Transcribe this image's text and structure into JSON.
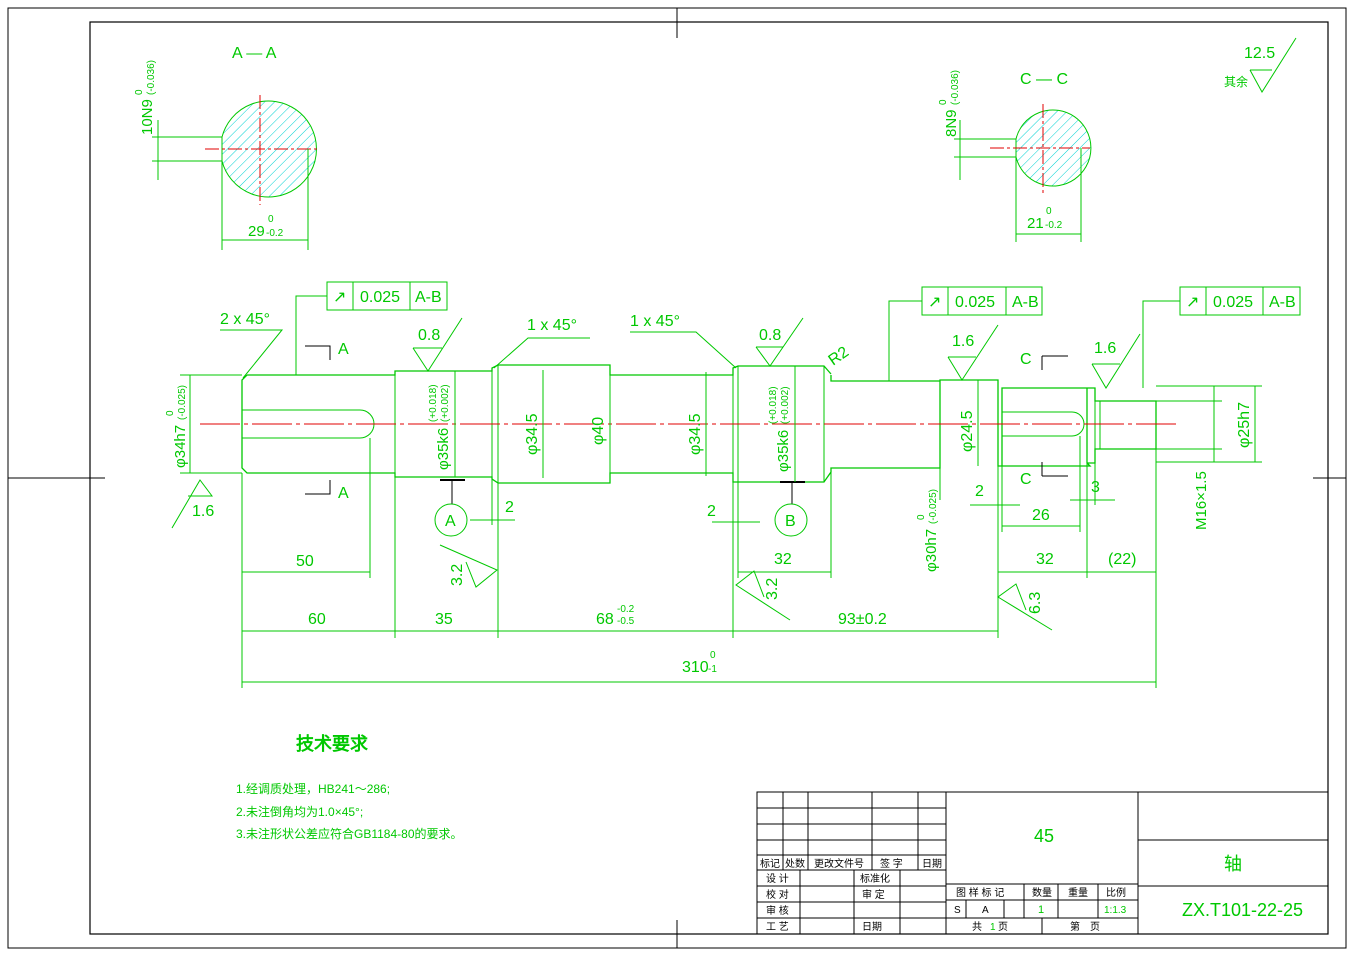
{
  "sections": {
    "aa": {
      "title": "A — A",
      "keyway": "10N9",
      "keyway_upper": "0",
      "keyway_lower": "(-0.036)",
      "depth": "29",
      "depth_upper": "0",
      "depth_lower": "-0.2"
    },
    "cc": {
      "title": "C — C",
      "keyway": "8N9",
      "keyway_upper": "0",
      "keyway_lower": "(-0.036)",
      "depth": "21",
      "depth_upper": "0",
      "depth_lower": "-0.2"
    }
  },
  "roughness_default": {
    "value": "12.5",
    "label": "其余"
  },
  "geometric_tolerances": [
    {
      "symbol": "↗",
      "value": "0.025",
      "datum": "A-B"
    },
    {
      "symbol": "↗",
      "value": "0.025",
      "datum": "A-B"
    },
    {
      "symbol": "↗",
      "value": "0.025",
      "datum": "A-B"
    }
  ],
  "roughness": {
    "r1": "0.8",
    "r2": "0.8",
    "r3": "1.6",
    "r4": "1.6",
    "r5": "1.6",
    "r6": "3.2",
    "r7": "3.2",
    "r8": "6.3"
  },
  "chamfers": {
    "c1": "2 x 45°",
    "c2": "1 x 45°",
    "c3": "1 x 45°",
    "radius": "R2"
  },
  "section_marks": {
    "a": "A",
    "c": "C"
  },
  "datums": {
    "a": "A",
    "b": "B"
  },
  "diameters": {
    "d1": "φ34h7",
    "d1_upper": "0",
    "d1_lower": "(-0.025)",
    "d2": "φ35k6",
    "d2_upper": "(+0.018)",
    "d2_lower": "(+0.002)",
    "d3": "φ34.5",
    "d4": "φ40",
    "d5": "φ34.5",
    "d6": "φ35k6",
    "d6_upper": "(+0.018)",
    "d6_lower": "(+0.002)",
    "d7": "φ24.5",
    "d8": "φ30h7",
    "d8_upper": "0",
    "d8_lower": "(-0.025)",
    "d9": "φ25h7",
    "thread": "M16×1.5"
  },
  "lengths": {
    "l50": "50",
    "l60": "60",
    "l35": "35",
    "l68": "68",
    "l68_upper": "-0.2",
    "l68_lower": "-0.5",
    "l93": "93±0.2",
    "l32a": "32",
    "l32b": "32",
    "l22": "(22)",
    "l26": "26",
    "l2a": "2",
    "l2b": "2",
    "l2c": "2",
    "l3": "3",
    "l310": "310",
    "l310_upper": "0",
    "l310_lower": "-1"
  },
  "tech_requirements": {
    "title": "技术要求",
    "items": [
      "1.经调质处理，HB241～286;",
      "2.未注倒角均为1.0×45°;",
      "3.未注形状公差应符合GB1184-80的要求。"
    ]
  },
  "title_block": {
    "material": "45",
    "part_name": "轴",
    "drawing_no": "ZX.T101-22-25",
    "rev_headers": [
      "标记",
      "处数",
      "更改文件号",
      "签 字",
      "日期"
    ],
    "design": "设 计",
    "standardize": "标准化",
    "check": "校 对",
    "review": "审 定",
    "audit": "审 核",
    "process": "工 艺",
    "date": "日期",
    "drawing_mark": "图 样 标 记",
    "quantity": "数量",
    "weight": "重量",
    "scale_label": "比例",
    "mark_s": "S",
    "mark_a": "A",
    "quantity_value": "1",
    "scale_value": "1:1.3",
    "total_label": "共",
    "total_value": "1",
    "sheets": "页",
    "sheet_label": "第",
    "sheet_page": "页"
  }
}
